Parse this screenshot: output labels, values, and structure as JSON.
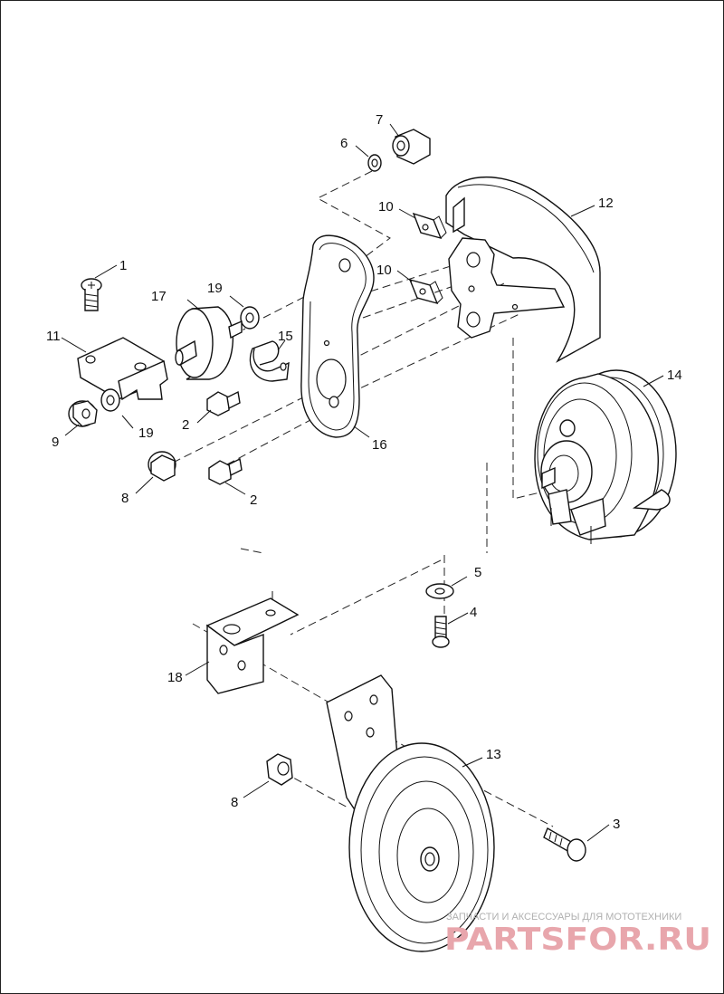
{
  "callouts": {
    "c1": "1",
    "c2a": "2",
    "c2b": "2",
    "c3": "3",
    "c4": "4",
    "c5": "5",
    "c6": "6",
    "c7": "7",
    "c8a": "8",
    "c8b": "8",
    "c9": "9",
    "c10a": "10",
    "c10b": "10",
    "c11": "11",
    "c12": "12",
    "c13": "13",
    "c14": "14",
    "c15": "15",
    "c16": "16",
    "c17": "17",
    "c18": "18",
    "c19a": "19",
    "c19b": "19"
  },
  "watermark": {
    "tagline": "ЗАПЧАСТИ И АКСЕССУАРЫ ДЛЯ МОТОТЕХНИКИ",
    "brand": "PARTSFOR.RU"
  },
  "colors": {
    "line": "#111111",
    "background": "#ffffff",
    "watermark_brand": "#e8a6ac",
    "watermark_tagline": "#b0b0b0"
  }
}
